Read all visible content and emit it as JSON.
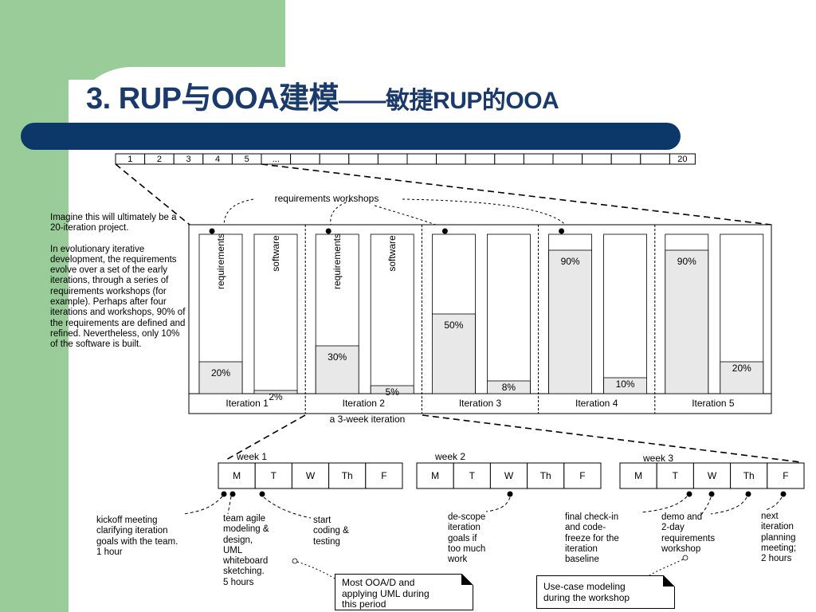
{
  "title": {
    "main": "3. RUP与OOA建模",
    "dash": "——",
    "sub": "敏捷RUP的OOA"
  },
  "timeline": {
    "cells": [
      "1",
      "2",
      "3",
      "4",
      "5",
      "...",
      "",
      "",
      "",
      "",
      "",
      "",
      "",
      "",
      "",
      "",
      "",
      "",
      "",
      "20"
    ]
  },
  "workshops_label": "requirements workshops",
  "side_text": {
    "p1": "Imagine this will ultimately be a 20-iteration project.",
    "p2": "In evolutionary iterative development, the requirements evolve over a set of the early iterations, through a series of requirements workshops (for example). Perhaps after four iterations and workshops, 90% of the requirements are defined and refined. Nevertheless, only 10% of the software is built."
  },
  "bar_labels": {
    "requirements": "requirements",
    "software": "software"
  },
  "iterations": [
    {
      "label": "Iteration 1",
      "req": 20,
      "soft": 2,
      "req_text": "20%",
      "soft_text": "2%"
    },
    {
      "label": "Iteration 2",
      "req": 30,
      "soft": 5,
      "req_text": "30%",
      "soft_text": "5%"
    },
    {
      "label": "Iteration 3",
      "req": 50,
      "soft": 8,
      "req_text": "50%",
      "soft_text": "8%"
    },
    {
      "label": "Iteration 4",
      "req": 90,
      "soft": 10,
      "req_text": "90%",
      "soft_text": "10%"
    },
    {
      "label": "Iteration 5",
      "req": 90,
      "soft": 20,
      "req_text": "90%",
      "soft_text": "20%"
    }
  ],
  "iteration_length": "a 3-week iteration",
  "weeks": [
    {
      "label": "week 1",
      "days": [
        "M",
        "T",
        "W",
        "Th",
        "F"
      ]
    },
    {
      "label": "week 2",
      "days": [
        "M",
        "T",
        "W",
        "Th",
        "F"
      ]
    },
    {
      "label": "week 3",
      "days": [
        "M",
        "T",
        "W",
        "Th",
        "F"
      ]
    }
  ],
  "notes": {
    "kickoff": [
      "kickoff meeting",
      "clarifying iteration",
      "goals with the team.",
      "1 hour"
    ],
    "team_agile": [
      "team agile",
      "modeling &",
      "design,",
      "UML",
      "whiteboard",
      "sketching.",
      "5 hours"
    ],
    "start_coding": [
      "start",
      "coding &",
      "testing"
    ],
    "descope": [
      "de-scope",
      "iteration",
      "goals if",
      "too much",
      "work"
    ],
    "final_checkin": [
      "final check-in",
      "and code-",
      "freeze for the",
      "iteration",
      "baseline"
    ],
    "demo": [
      "demo and",
      "2-day",
      "requirements",
      "workshop"
    ],
    "next_iteration": [
      "next",
      "iteration",
      "planning",
      "meeting;",
      "2 hours"
    ]
  },
  "callouts": {
    "ooad": [
      "Most OOA/D and",
      "applying UML during",
      "this period"
    ],
    "usecase": [
      "Use-case modeling",
      "during the workshop"
    ]
  }
}
